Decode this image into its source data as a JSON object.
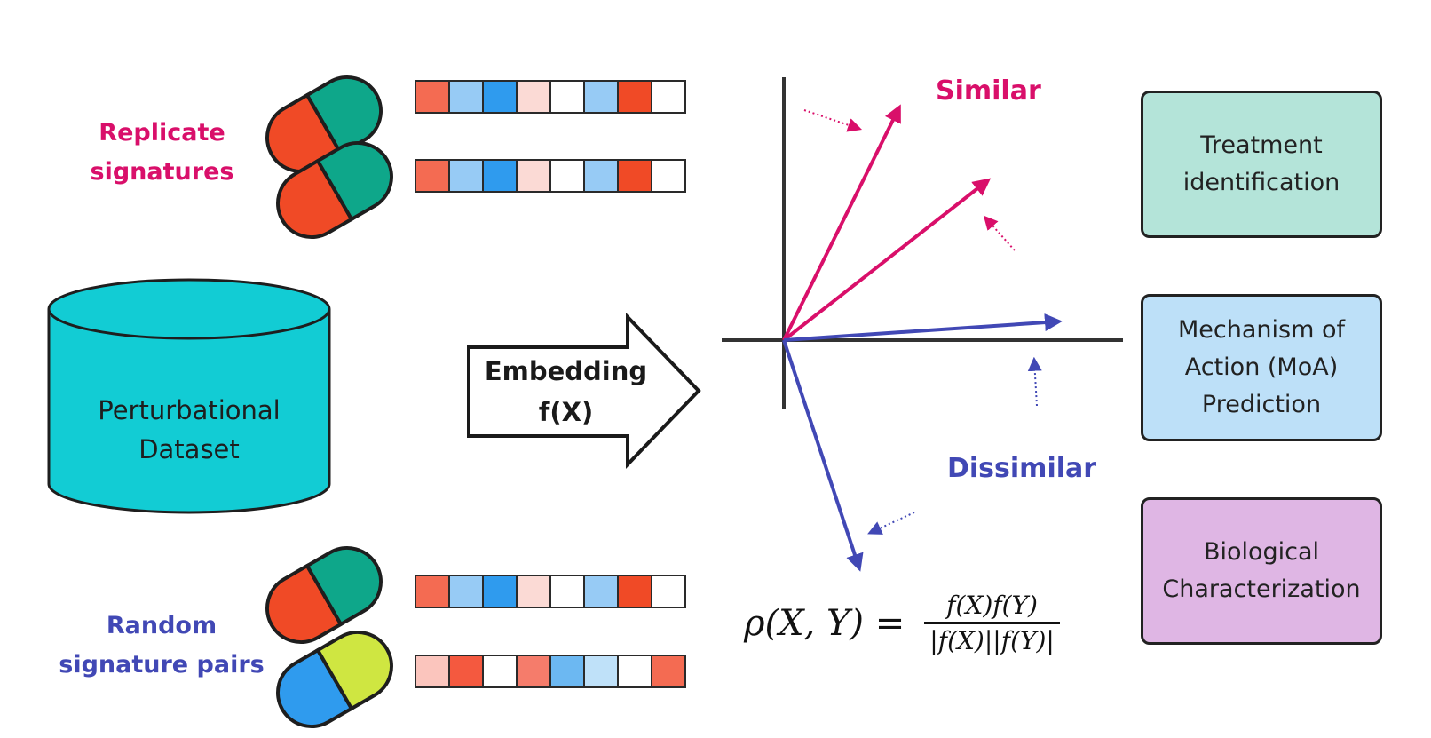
{
  "labels": {
    "replicate": [
      "Replicate",
      "signatures"
    ],
    "random": [
      "Random",
      "signature pairs"
    ],
    "dataset": [
      "Perturbational",
      "Dataset"
    ],
    "embedding": [
      "Embedding",
      "f(X)"
    ],
    "similar": "Similar",
    "dissimilar": "Dissimilar"
  },
  "formula": {
    "lhs": "ρ(X, Y) =",
    "numerator": "f(X)f(Y)",
    "denominator": "|f(X)||f(Y)|"
  },
  "outcomes": [
    {
      "lines": [
        "Treatment",
        "identification"
      ],
      "color": "#b4e4d9"
    },
    {
      "lines": [
        "Mechanism of",
        "Action (MoA)",
        "Prediction"
      ],
      "color": "#bde0f8"
    },
    {
      "lines": [
        "Biological",
        "Characterization"
      ],
      "color": "#dfb6e4"
    }
  ],
  "colors": {
    "similar": "#d90f6a",
    "dissimilar": "#4148b5",
    "cylinder": "#12ccd4",
    "pill_red": "#f04a26",
    "pill_green": "#0ea78a",
    "pill_blue": "#2f9bee",
    "pill_lime": "#cfe641"
  },
  "signatures": {
    "replicate_1": [
      "#f46b52",
      "#97cbf5",
      "#2f9bee",
      "#fbdad5",
      "#ffffff",
      "#97cbf5",
      "#f04a26",
      "#ffffff"
    ],
    "replicate_2": [
      "#f46b52",
      "#97cbf5",
      "#2f9bee",
      "#fbdad5",
      "#ffffff",
      "#97cbf5",
      "#f04a26",
      "#ffffff"
    ],
    "random_1": [
      "#f46b52",
      "#97cbf5",
      "#2f9bee",
      "#fbdad5",
      "#ffffff",
      "#97cbf5",
      "#f04a26",
      "#ffffff"
    ],
    "random_2": [
      "#fbc5bd",
      "#f4593f",
      "#ffffff",
      "#f57c6b",
      "#6cb8f2",
      "#bfe1f9",
      "#ffffff",
      "#f46b52"
    ]
  }
}
